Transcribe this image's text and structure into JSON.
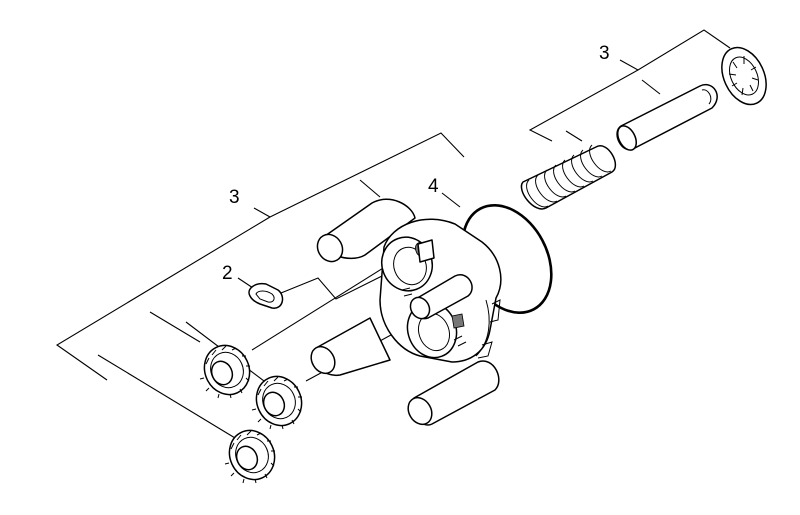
{
  "callouts": {
    "bundle_left": "3",
    "bundle_right": "3",
    "seal": "2",
    "o_ring": "4"
  }
}
